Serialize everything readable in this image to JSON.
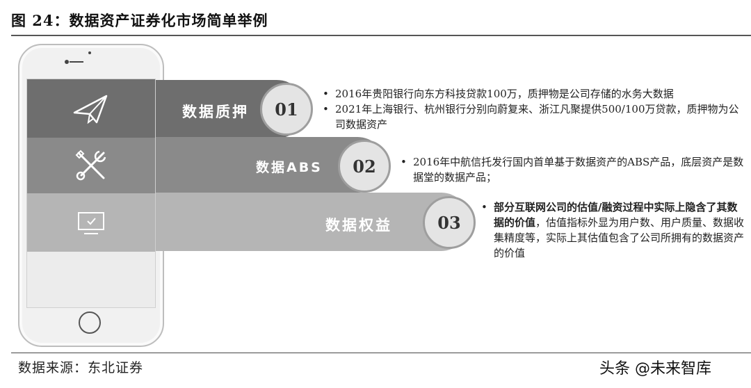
{
  "figure_title": "图 24：数据资产证券化市场简单举例",
  "items": [
    {
      "label": "数据质押",
      "number": "01",
      "bullets": [
        "2016年贵阳银行向东方科技贷款100万，质押物是公司存储的水务大数据",
        "2021年上海银行、杭州银行分别向蔚复来、浙江凡聚提供500/100万贷款，质押物为公司数据资产"
      ]
    },
    {
      "label": "数据ABS",
      "number": "02",
      "bullets": [
        "2016年中航信托发行国内首单基于数据资产的ABS产品，底层资产是数据堂的数据产品；"
      ]
    },
    {
      "label": "数据权益",
      "number": "03",
      "bullet_bold": "部分互联网公司的估值/融资过程中实际上隐含了其数据的价值",
      "bullet_rest": "，估值指标外显为用户数、用户质量、数据收集精度等，实际上其估值包含了公司所拥有的数据资产的价值"
    }
  ],
  "icons": {
    "band_1": "paper-plane-icon",
    "band_2": "tools-icon",
    "band_3": "monitor-check-icon"
  },
  "source": "数据来源：东北证券",
  "watermark": "头条 @未来智库"
}
